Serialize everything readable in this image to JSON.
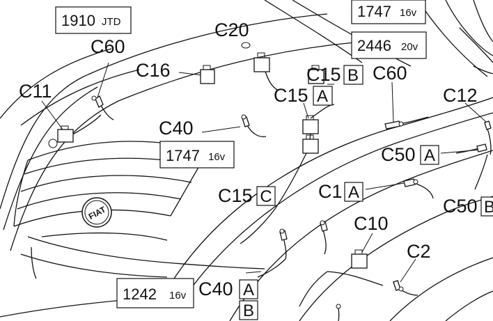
{
  "engine_boxes": [
    {
      "id": "jtd1910",
      "code": "1910",
      "variant": "JTD"
    },
    {
      "id": "v16a",
      "code": "1747",
      "variant": "16v"
    },
    {
      "id": "v20",
      "code": "2446",
      "variant": "20v"
    },
    {
      "id": "v16b",
      "code": "1747",
      "variant": "16v"
    },
    {
      "id": "v16c",
      "code": "1242",
      "variant": "16v"
    }
  ],
  "labels": {
    "c20": "C20",
    "c60a": "C60",
    "c16": "C16",
    "c15b": "C15",
    "c15b_s": "B",
    "c60b": "C60",
    "c11": "C11",
    "c15a": "C15",
    "c15a_s": "A",
    "c12": "C12",
    "c40": "C40",
    "c50a": "C50",
    "c50a_s": "A",
    "c15c": "C15",
    "c15c_s": "C",
    "c1a": "C1",
    "c1a_s": "A",
    "c50b": "C50",
    "c50b_s": "B",
    "c10": "C10",
    "c2": "C2",
    "c40a": "C40",
    "c40a_s": "A",
    "c40b_s": "B"
  },
  "badge": {
    "logo": "FIAT"
  }
}
